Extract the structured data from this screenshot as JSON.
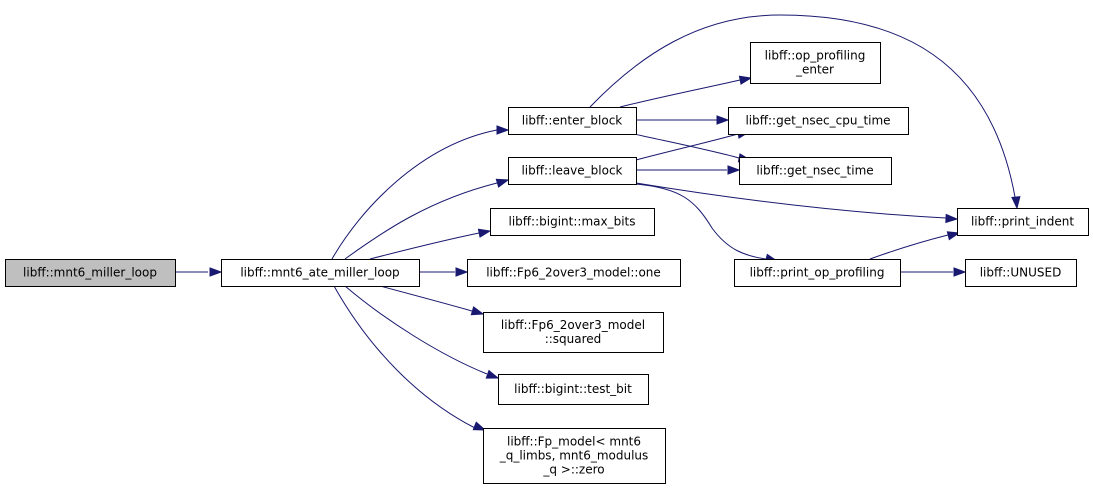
{
  "diagram": {
    "colors": {
      "edge": "#191970",
      "root_fill": "#bfbfbf",
      "node_fill": "#ffffff",
      "node_border": "#000000"
    },
    "nodes": {
      "mnt6_miller_loop": [
        "libff::mnt6_miller_loop"
      ],
      "mnt6_ate_miller_loop": [
        "libff::mnt6_ate_miller_loop"
      ],
      "enter_block": [
        "libff::enter_block"
      ],
      "leave_block": [
        "libff::leave_block"
      ],
      "max_bits": [
        "libff::bigint::max_bits"
      ],
      "fp6_one": [
        "libff::Fp6_2over3_model::one"
      ],
      "fp6_squared": [
        "libff::Fp6_2over3_model",
        "::squared"
      ],
      "test_bit": [
        "libff::bigint::test_bit"
      ],
      "fp_zero": [
        "libff::Fp_model< mnt6",
        "_q_limbs, mnt6_modulus",
        "_q >::zero"
      ],
      "op_profiling_enter": [
        "libff::op_profiling",
        "_enter"
      ],
      "get_nsec_cpu_time": [
        "libff::get_nsec_cpu_time"
      ],
      "get_nsec_time": [
        "libff::get_nsec_time"
      ],
      "print_indent": [
        "libff::print_indent"
      ],
      "print_op_profiling": [
        "libff::print_op_profiling"
      ],
      "unused": [
        "libff::UNUSED"
      ]
    },
    "edges": [
      [
        "mnt6_miller_loop",
        "mnt6_ate_miller_loop"
      ],
      [
        "mnt6_ate_miller_loop",
        "enter_block"
      ],
      [
        "mnt6_ate_miller_loop",
        "leave_block"
      ],
      [
        "mnt6_ate_miller_loop",
        "max_bits"
      ],
      [
        "mnt6_ate_miller_loop",
        "fp6_one"
      ],
      [
        "mnt6_ate_miller_loop",
        "fp6_squared"
      ],
      [
        "mnt6_ate_miller_loop",
        "test_bit"
      ],
      [
        "mnt6_ate_miller_loop",
        "fp_zero"
      ],
      [
        "enter_block",
        "op_profiling_enter"
      ],
      [
        "enter_block",
        "get_nsec_cpu_time"
      ],
      [
        "enter_block",
        "get_nsec_time"
      ],
      [
        "enter_block",
        "print_indent"
      ],
      [
        "leave_block",
        "get_nsec_cpu_time"
      ],
      [
        "leave_block",
        "get_nsec_time"
      ],
      [
        "leave_block",
        "print_indent"
      ],
      [
        "leave_block",
        "print_op_profiling"
      ],
      [
        "print_op_profiling",
        "print_indent"
      ],
      [
        "print_op_profiling",
        "unused"
      ]
    ]
  }
}
